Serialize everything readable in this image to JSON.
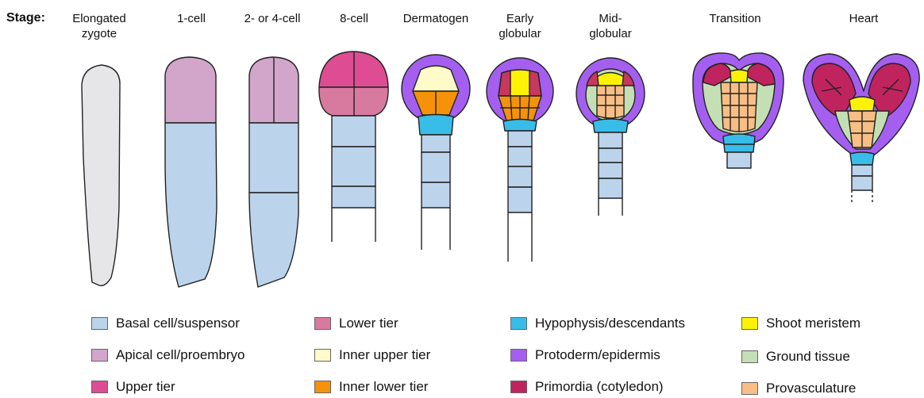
{
  "header": {
    "prefix": "Stage:",
    "stages": [
      "Elongated\nzygote",
      "1-cell",
      "2- or 4-cell",
      "8-cell",
      "Dermatogen",
      "Early\nglobular",
      "Mid-\nglobular",
      "Transition",
      "Heart"
    ]
  },
  "colors": {
    "basal": "#bcd3ec",
    "apical": "#d2a6cb",
    "upper": "#de4d93",
    "lower": "#d87aa0",
    "inner_upper": "#fffbc8",
    "inner_lower": "#f5920a",
    "hypophysis": "#38bde8",
    "protoderm": "#a45ff0",
    "primordia": "#c0245e",
    "shoot": "#fdf206",
    "ground": "#c4dfb4",
    "provasc": "#f7be85",
    "zygote": "#e6e5e7"
  },
  "legend": [
    {
      "label": "Basal cell/suspensor",
      "color": "#bcd3ec"
    },
    {
      "label": "Apical cell/proembryo",
      "color": "#d2a6cb"
    },
    {
      "label": "Upper tier",
      "color": "#de4d93"
    },
    {
      "label": "Lower tier",
      "color": "#d87aa0"
    },
    {
      "label": "Inner upper tier",
      "color": "#fffbc8"
    },
    {
      "label": "Inner lower tier",
      "color": "#f5920a"
    },
    {
      "label": "Hypophysis/descendants",
      "color": "#38bde8"
    },
    {
      "label": "Protoderm/epidermis",
      "color": "#a45ff0"
    },
    {
      "label": "Primordia (cotyledon)",
      "color": "#c0245e"
    },
    {
      "label": "Shoot meristem",
      "color": "#fdf206"
    },
    {
      "label": "Ground tissue",
      "color": "#c4dfb4"
    },
    {
      "label": "Provasculature",
      "color": "#f7be85"
    }
  ]
}
